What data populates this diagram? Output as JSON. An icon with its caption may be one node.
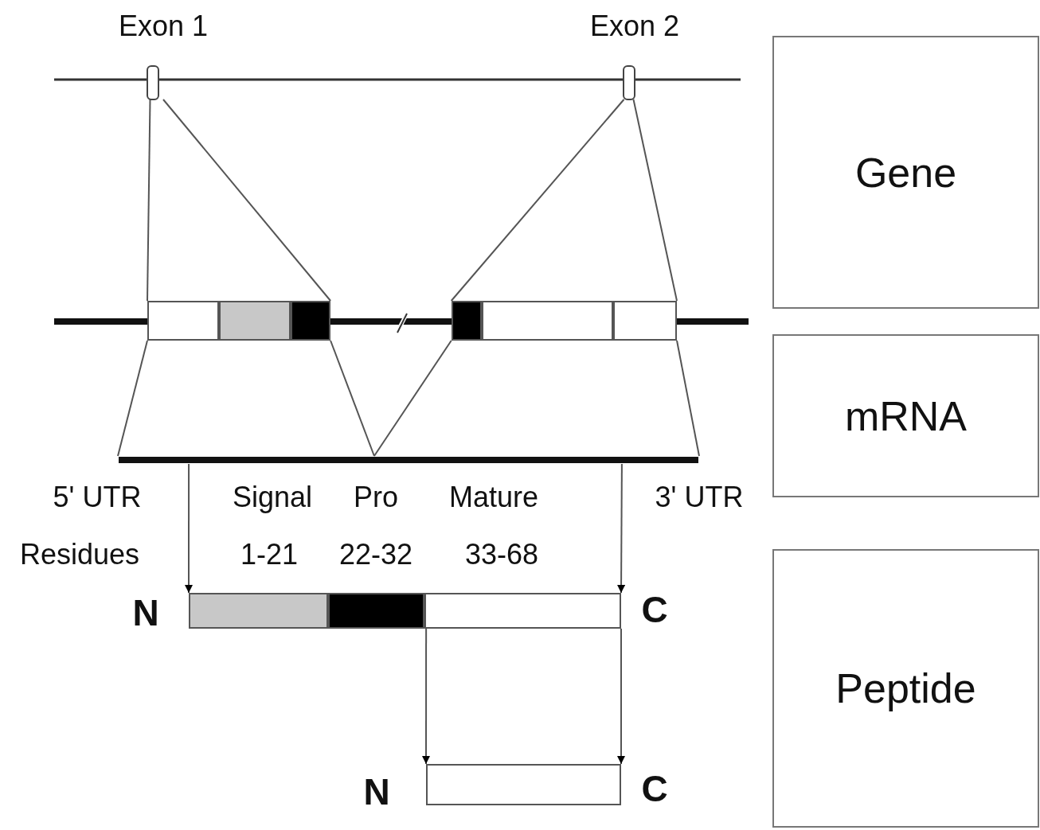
{
  "diagram": {
    "nodes": [
      {
        "text": [
          "Exon 1"
        ]
      },
      {
        "text": [
          "Exon 2"
        ]
      },
      {
        "text": [
          "Gene"
        ]
      },
      {
        "text": [],
        "shape": "bar"
      },
      {
        "text": [
          "mRNA"
        ]
      },
      {
        "text": [],
        "shape": "bar"
      },
      {
        "text": [],
        "shape": "bar"
      },
      {
        "text": [
          "Peptide"
        ]
      },
      {
        "text": [],
        "shape": "bar"
      }
    ],
    "edges": [
      {
        "from": 0,
        "to": 3,
        "arrow": "none"
      },
      {
        "from": 0,
        "to": 3,
        "arrow": "none"
      },
      {
        "from": 1,
        "to": 3,
        "arrow": "none"
      },
      {
        "from": 1,
        "to": 3,
        "arrow": "none"
      },
      {
        "from": 3,
        "to": 5,
        "arrow": "none"
      },
      {
        "from": 3,
        "to": 5,
        "arrow": "none"
      },
      {
        "from": 3,
        "to": 5,
        "arrow": "none"
      },
      {
        "from": 3,
        "to": 5,
        "arrow": "none"
      },
      {
        "from": 5,
        "to": 6,
        "arrow": "to"
      },
      {
        "from": 5,
        "to": 6,
        "arrow": "to"
      },
      {
        "from": 6,
        "to": 8,
        "arrow": "to"
      },
      {
        "from": 6,
        "to": 8,
        "arrow": "to"
      }
    ],
    "labels": [
      "5' UTR",
      "Signal",
      "Pro",
      "Mature",
      "3' UTR",
      "Residues",
      "1-21",
      "22-32",
      "33-68",
      "N",
      "C",
      "N",
      "C"
    ]
  }
}
